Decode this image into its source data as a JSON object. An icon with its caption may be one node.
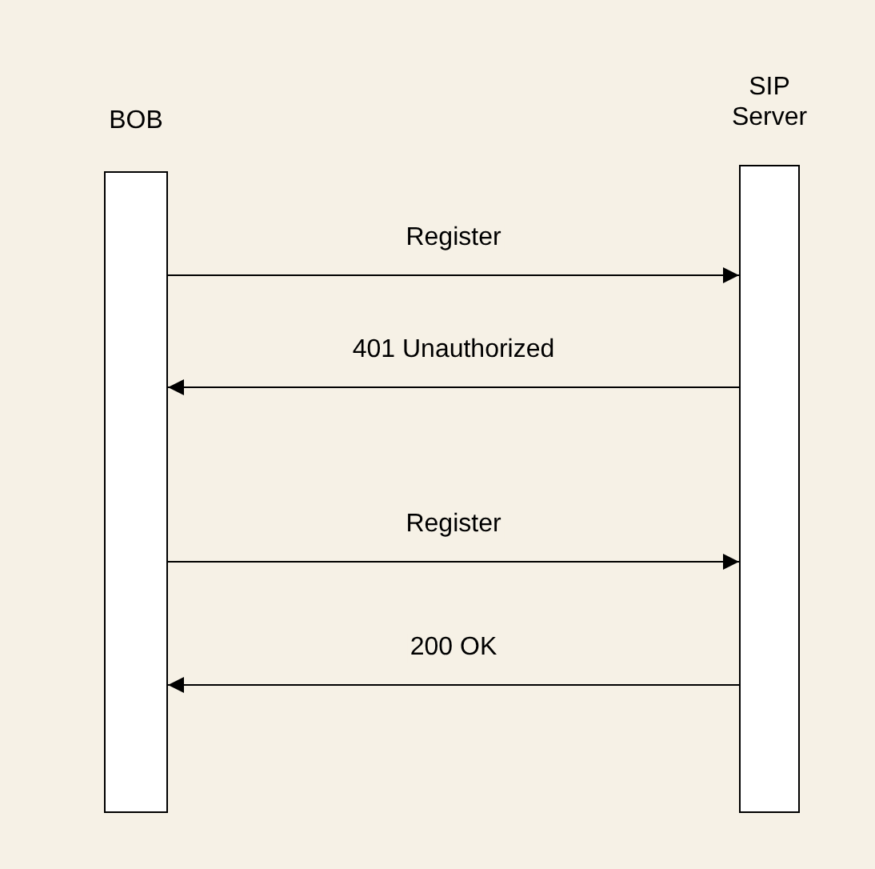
{
  "diagram": {
    "nodes": [
      {
        "text": [
          "BOB"
        ]
      },
      {
        "text": [
          "SIP Server"
        ]
      }
    ],
    "edges": [
      {
        "from": 0,
        "to": 1,
        "arrow": "to",
        "label": "Register"
      },
      {
        "from": 1,
        "to": 0,
        "arrow": "to",
        "label": "401 Unauthorized"
      },
      {
        "from": 0,
        "to": 1,
        "arrow": "to",
        "label": "Register"
      },
      {
        "from": 1,
        "to": 0,
        "arrow": "to",
        "label": "200 OK"
      }
    ]
  }
}
